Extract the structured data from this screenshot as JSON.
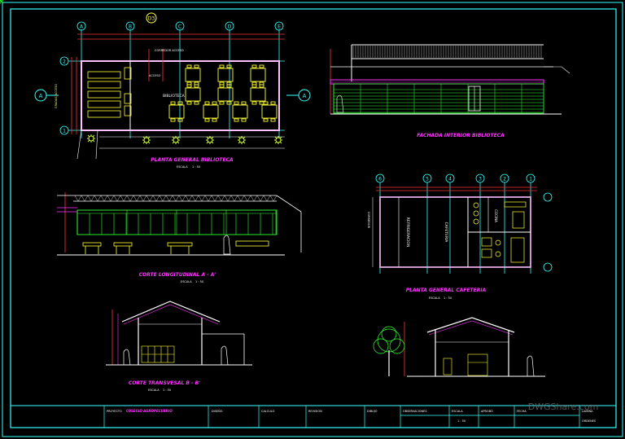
{
  "colors": {
    "background": "#000000",
    "frame": "#33ffff",
    "title_text": "#ff33ff",
    "walls": "#ffffff",
    "furniture": "#ffff33",
    "dimension": "#ff3333",
    "axis": "#33ffff",
    "glazing": "#33ff33"
  },
  "drawings": {
    "biblioteca_plan": {
      "title": "PLANTA GENERAL BIBLIOTECA",
      "scale_label": "ESCALA",
      "scale_value": "1 : 50",
      "axis_columns": [
        "A",
        "B",
        "C",
        "D",
        "E"
      ],
      "axis_rows": [
        "2",
        "1"
      ],
      "room_labels": {
        "biblioteca": "BIBLIOTECA",
        "corredor": "CORREDOR ACCESO",
        "acceso": "ACCESO",
        "gradas": "GRADAS ACCESO"
      },
      "section_marker": "A",
      "top_marker": "D3"
    },
    "fachada": {
      "title": "FACHADA INTERIOR BIBLIOTECA"
    },
    "corte_longitudinal": {
      "title": "CORTE LONGITUDINAL A - A'",
      "scale_label": "ESCALA",
      "scale_value": "1 : 50"
    },
    "cafeteria_plan": {
      "title": "PLANTA GENERAL CAFETERIA",
      "scale_label": "ESCALA",
      "scale_value": "1 : 50",
      "axis_columns": [
        "6",
        "5",
        "4",
        "3",
        "2",
        "1"
      ],
      "room_labels": {
        "cafeteria": "CAFETERIA",
        "cocina": "COCINA",
        "mesas": "REFRIGERACION",
        "corredor": "CORREDOR"
      }
    },
    "corte_transversal": {
      "title": "CORTE TRANSVESAL B - B'",
      "scale_label": "ESCALA",
      "scale_value": "1 : 50"
    }
  },
  "title_block": {
    "proyecto_label": "PROYECTO",
    "proyecto_value": "COLEGIO AGROPECUARIO",
    "diseno_label": "DISEÑO",
    "calculo_label": "CALCULO",
    "revision_label": "REVISION",
    "dibujo_label": "DIBUJO",
    "observaciones_label": "OBSERVACIONES",
    "escala_label": "ESCALA",
    "escala_value": "1 : 50",
    "aprobo_label": "APROBÓ",
    "fecha_label": "FECHA",
    "lamina_label": "LAMINA",
    "ordenes_label": "ORDENES"
  },
  "watermark": "DWGShare.com"
}
